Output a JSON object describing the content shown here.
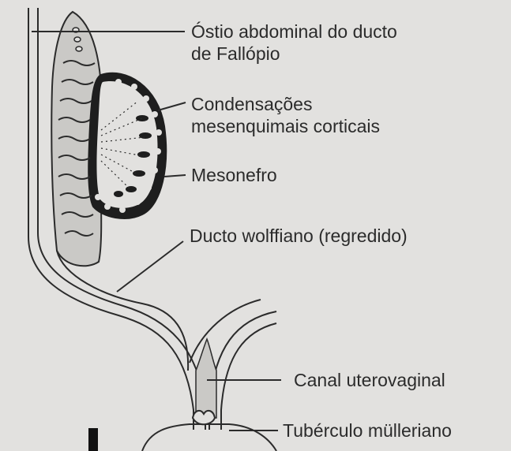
{
  "figure": {
    "labels": {
      "ostio": [
        "Óstio abdominal do ducto",
        "de Fallópio"
      ],
      "condensacoes": [
        "Condensações",
        "mesenquimais corticais"
      ],
      "mesonefro": "Mesonefro",
      "ducto_wolffiano": "Ducto wolffiano (regredido)",
      "canal": "Canal uterovaginal",
      "tuberculo": "Tubérculo mülleriano"
    },
    "colors": {
      "background": "#e2e1df",
      "ink": "#2b2b2b",
      "shading": "#c9c8c5",
      "mesonephros_fill": "#1e1e1e"
    }
  }
}
